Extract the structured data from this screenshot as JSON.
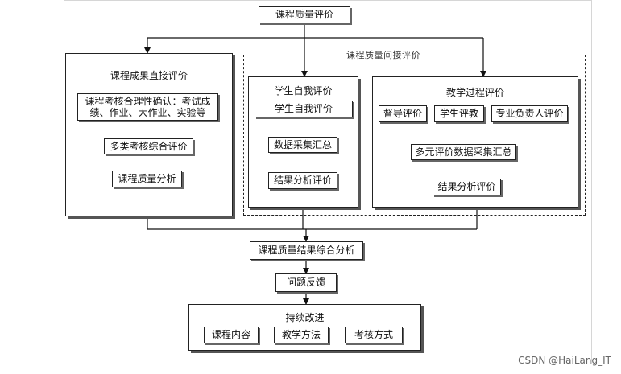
{
  "top": {
    "title": "课程质量评价"
  },
  "direct": {
    "title": "课程成果直接评价",
    "step1": "课程考核合理性确认：考试成绩、作业、大作业、实验等",
    "step1_line1": "课程考核合理性确认：考试成",
    "step1_line2": "绩、作业、大作业、实验等",
    "step2": "多类考核综合评价",
    "step3": "课程质量分析"
  },
  "indirect": {
    "title": "课程质量间接评价"
  },
  "self_eval": {
    "title": "学生自我评价",
    "step1": "学生自我评价",
    "step2": "数据采集汇总",
    "step3": "结果分析评价"
  },
  "process": {
    "title": "教学过程评价",
    "sources": [
      "督导评价",
      "学生评教",
      "专业负责人评价"
    ],
    "aggregate": "多元评价数据采集汇总",
    "result": "结果分析评价"
  },
  "synthesis": "课程质量结果综合分析",
  "feedback": "问题反馈",
  "improve": {
    "title": "持续改进",
    "items": [
      "课程内容",
      "教学方法",
      "考核方式"
    ]
  },
  "watermark": "CSDN @HaiLang_IT"
}
